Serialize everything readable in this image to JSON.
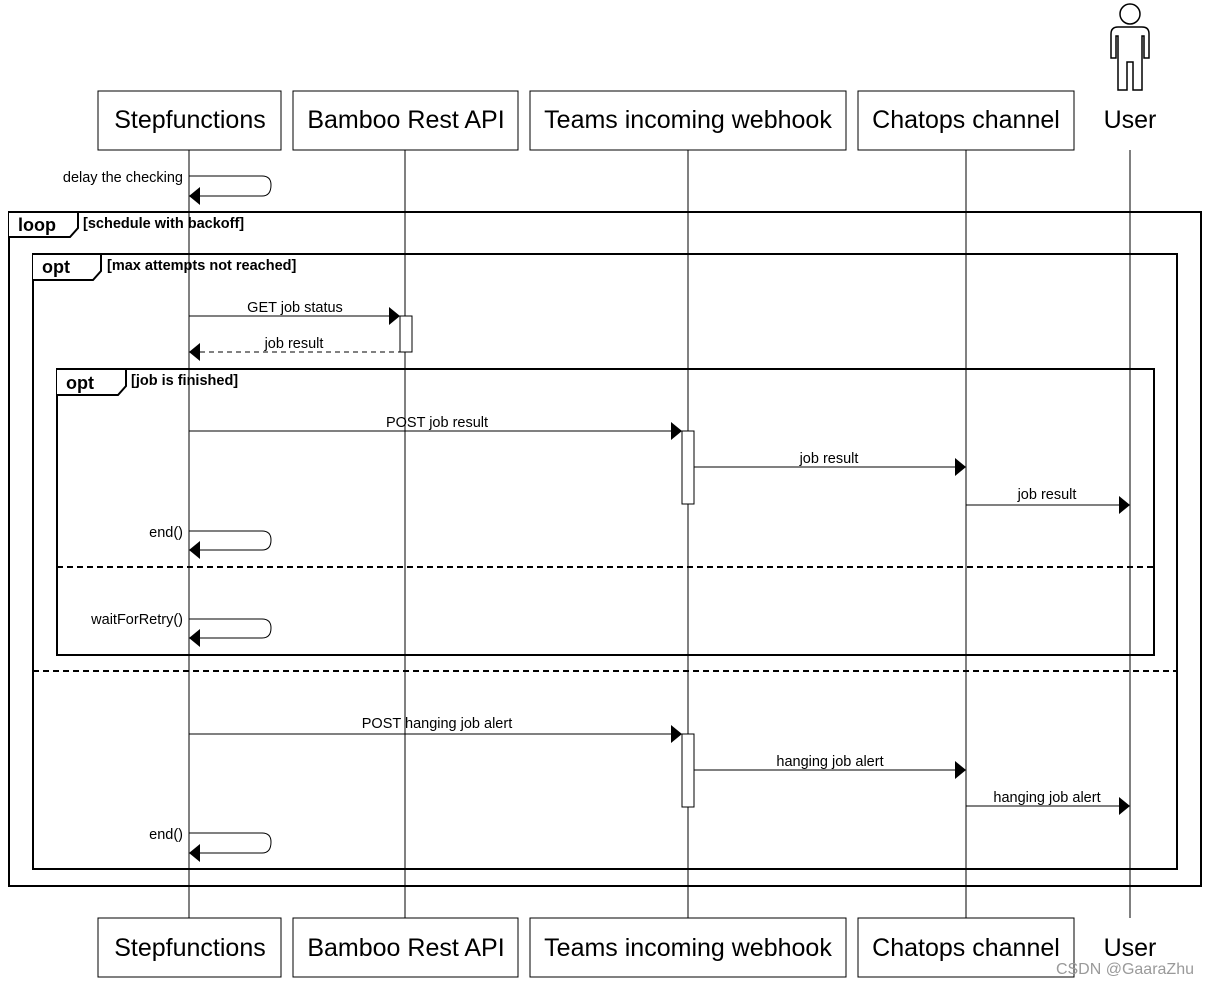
{
  "participants": [
    {
      "id": "step",
      "label": "Stepfunctions"
    },
    {
      "id": "bamboo",
      "label": "Bamboo Rest API"
    },
    {
      "id": "teams",
      "label": "Teams incoming webhook"
    },
    {
      "id": "chatops",
      "label": "Chatops channel"
    },
    {
      "id": "user",
      "label": "User",
      "actor": true
    }
  ],
  "messages": {
    "delay": "delay the checking",
    "get_status": "GET job status",
    "job_result_reply": "job result",
    "post_job_result": "POST job result",
    "job_result_chatops": "job result",
    "job_result_user": "job result",
    "end_1": "end()",
    "wait_for_retry": "waitForRetry()",
    "post_hanging": "POST hanging job alert",
    "hanging_chatops": "hanging job alert",
    "hanging_user": "hanging job alert",
    "end_2": "end()"
  },
  "fragments": {
    "loop": {
      "operator": "loop",
      "guard": "[schedule with backoff]"
    },
    "opt_outer": {
      "operator": "opt",
      "guard": "[max attempts not reached]"
    },
    "opt_inner": {
      "operator": "opt",
      "guard": "[job is finished]"
    }
  },
  "watermark": "CSDN @GaaraZhu"
}
